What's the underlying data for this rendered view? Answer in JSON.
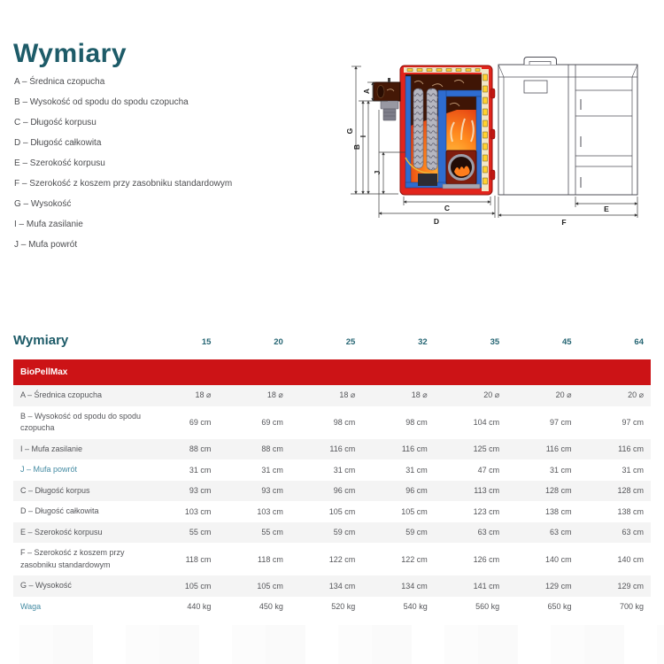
{
  "page": {
    "title": "Wymiary"
  },
  "legend": {
    "items": [
      "A – Średnica czopucha",
      "B – Wysokość od spodu do spodu czopucha",
      "C – Długość korpusu",
      "D – Długość całkowita",
      "E – Szerokość korpusu",
      "F – Szerokość z koszem przy zasobniku standardowym",
      "G – Wysokość",
      "I – Mufa zasilanie",
      "J – Mufa powrót"
    ]
  },
  "diagram": {
    "labels": {
      "A": "A",
      "B": "B",
      "C": "C",
      "D": "D",
      "E": "E",
      "F": "F",
      "G": "G",
      "I": "I",
      "J": "J"
    }
  },
  "table": {
    "section_title": "Wymiary",
    "columns": [
      "15",
      "20",
      "25",
      "32",
      "35",
      "45",
      "64"
    ],
    "brand": "BioPellMax",
    "rows": [
      {
        "label": "A – Średnica czopucha",
        "values": [
          "18 ⌀",
          "18 ⌀",
          "18 ⌀",
          "18 ⌀",
          "20 ⌀",
          "20 ⌀",
          "20 ⌀"
        ]
      },
      {
        "label": "B – Wysokość od spodu do spodu czopucha",
        "values": [
          "69 cm",
          "69 cm",
          "98 cm",
          "98 cm",
          "104 cm",
          "97 cm",
          "97 cm"
        ]
      },
      {
        "label": "I – Mufa zasilanie",
        "values": [
          "88 cm",
          "88 cm",
          "116 cm",
          "116 cm",
          "125 cm",
          "116 cm",
          "116 cm"
        ]
      },
      {
        "label": "J – Mufa powrót",
        "values": [
          "31 cm",
          "31 cm",
          "31 cm",
          "31 cm",
          "47 cm",
          "31 cm",
          "31 cm"
        ]
      },
      {
        "label": "C – Długość korpus",
        "values": [
          "93 cm",
          "93 cm",
          "96 cm",
          "96 cm",
          "113 cm",
          "128 cm",
          "128 cm"
        ]
      },
      {
        "label": "D – Długość całkowita",
        "values": [
          "103 cm",
          "103 cm",
          "105 cm",
          "105 cm",
          "123 cm",
          "138 cm",
          "138 cm"
        ]
      },
      {
        "label": "E – Szerokość korpusu",
        "values": [
          "55 cm",
          "55 cm",
          "59 cm",
          "59 cm",
          "63 cm",
          "63 cm",
          "63 cm"
        ]
      },
      {
        "label": "F – Szerokość z koszem przy zasobniku standardowym",
        "values": [
          "118 cm",
          "118 cm",
          "122 cm",
          "122 cm",
          "126 cm",
          "140 cm",
          "140 cm"
        ]
      },
      {
        "label": "G – Wysokość",
        "values": [
          "105 cm",
          "105 cm",
          "134 cm",
          "134 cm",
          "141 cm",
          "129 cm",
          "129 cm"
        ]
      },
      {
        "label": "Waga",
        "values": [
          "440 kg",
          "450 kg",
          "520 kg",
          "540 kg",
          "560 kg",
          "650 kg",
          "700 kg"
        ]
      }
    ]
  },
  "colors": {
    "accent_teal": "#1d5b68",
    "brand_red": "#cc1316",
    "link_teal": "#448ba3",
    "text_gray": "#55565a",
    "stripe": "#f4f4f4"
  }
}
